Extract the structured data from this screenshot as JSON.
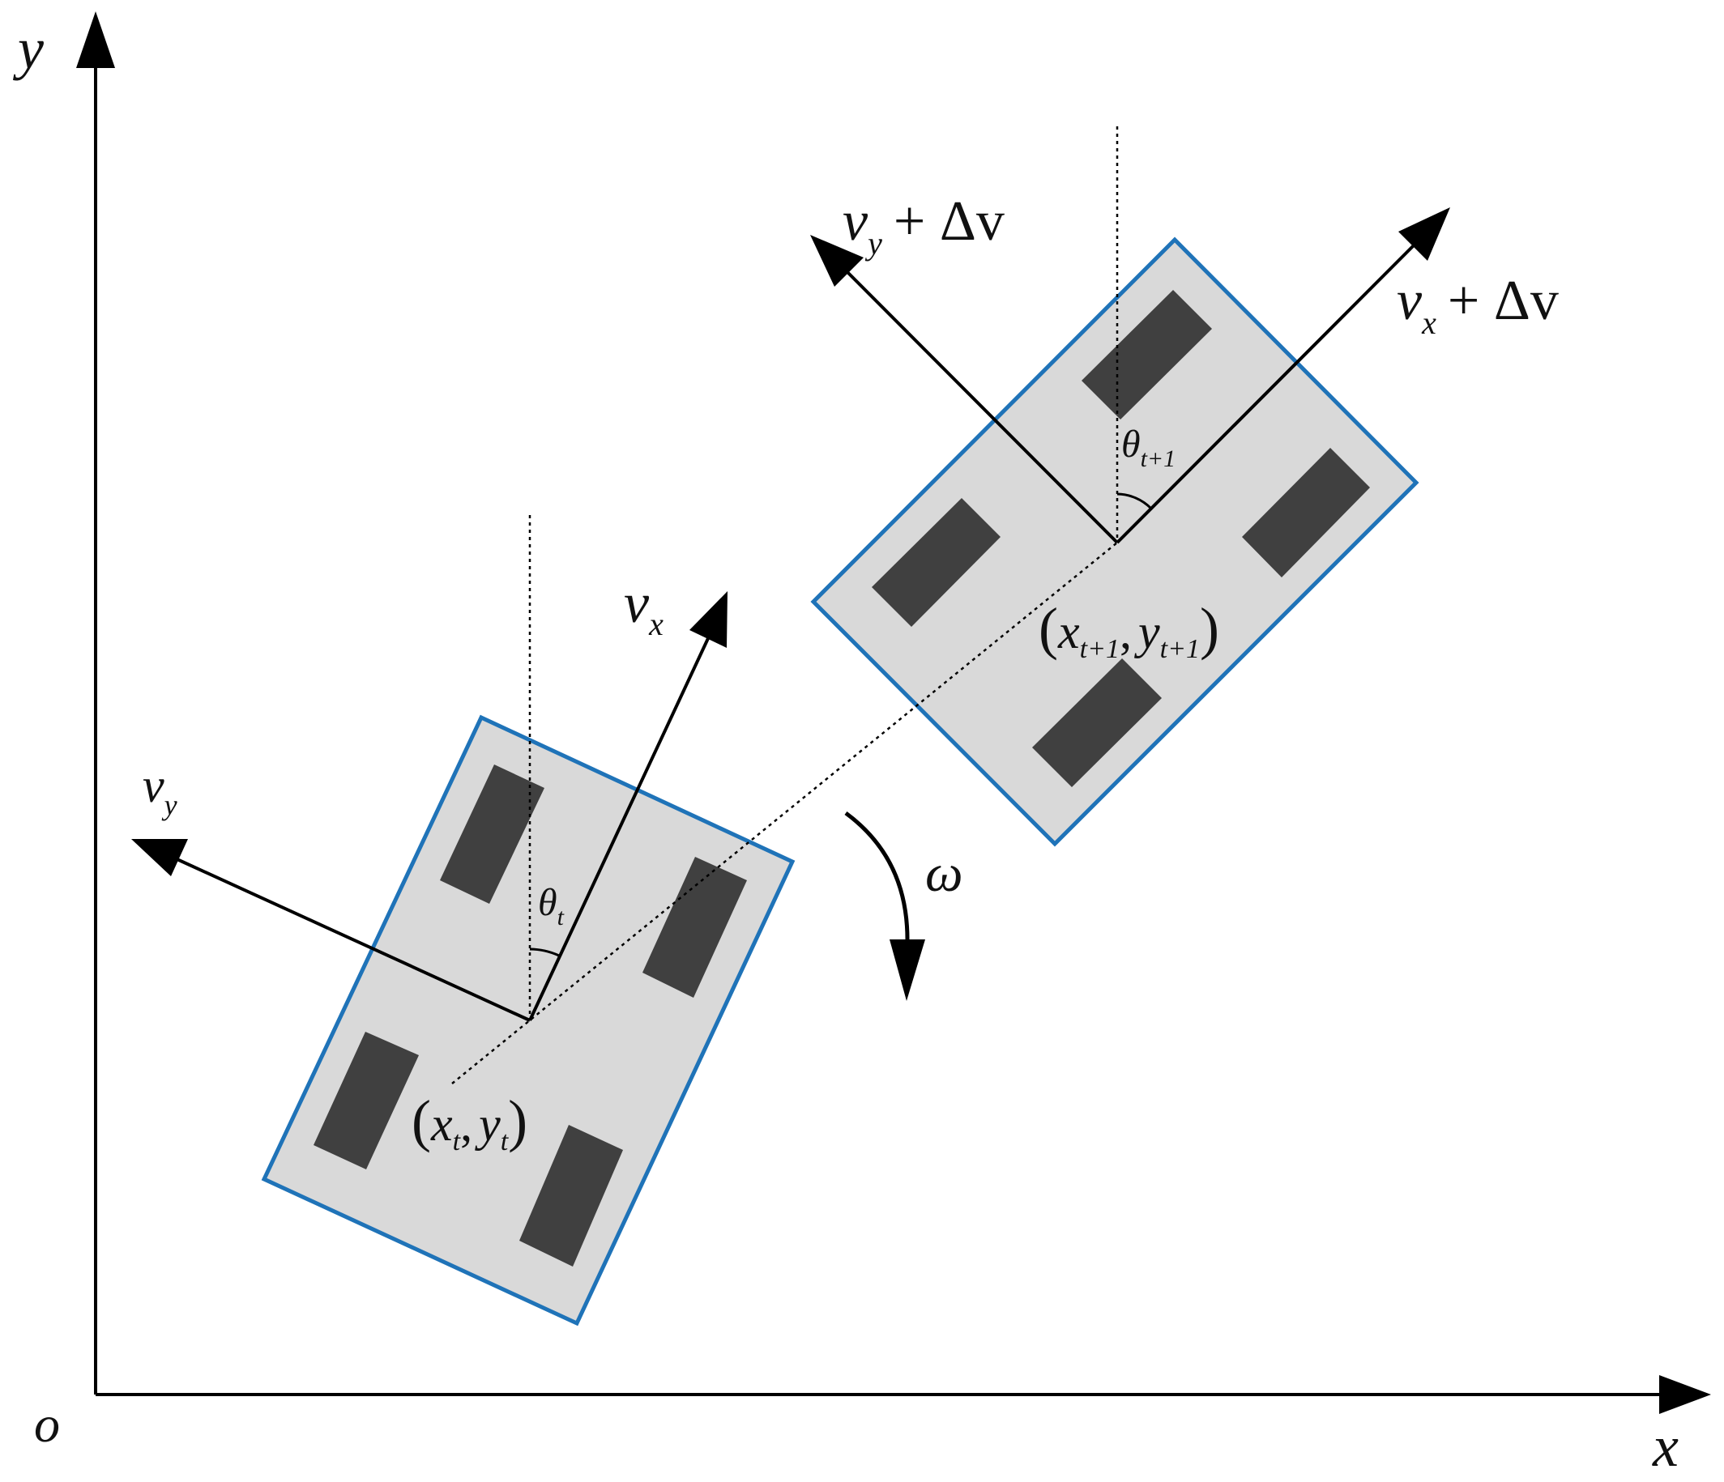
{
  "axes": {
    "origin_label": "o",
    "x_label": "x",
    "y_label": "y"
  },
  "state_t": {
    "v_letter": "v",
    "vx_sub": "x",
    "vy_sub": "y",
    "theta_letter": "θ",
    "theta_sub": "t",
    "pos_x": "x",
    "pos_y": "y",
    "pos_sub": "t",
    "open_paren": "(",
    "comma": ",",
    "close_paren": ")"
  },
  "state_t1": {
    "v_letter": "v",
    "vx_sub": "x",
    "vy_sub": "y",
    "delta_term": "+ Δv",
    "theta_letter": "θ",
    "theta_sub": "t+1",
    "pos_x": "x",
    "pos_y": "y",
    "pos_sub": "t+1",
    "open_paren": "(",
    "comma": ",",
    "close_paren": ")"
  },
  "rotation": {
    "omega": "ω"
  },
  "colors": {
    "body_fill": "#d9d9d9",
    "body_stroke": "#1f73b8",
    "wheel_fill": "#404040",
    "line": "#000000"
  }
}
